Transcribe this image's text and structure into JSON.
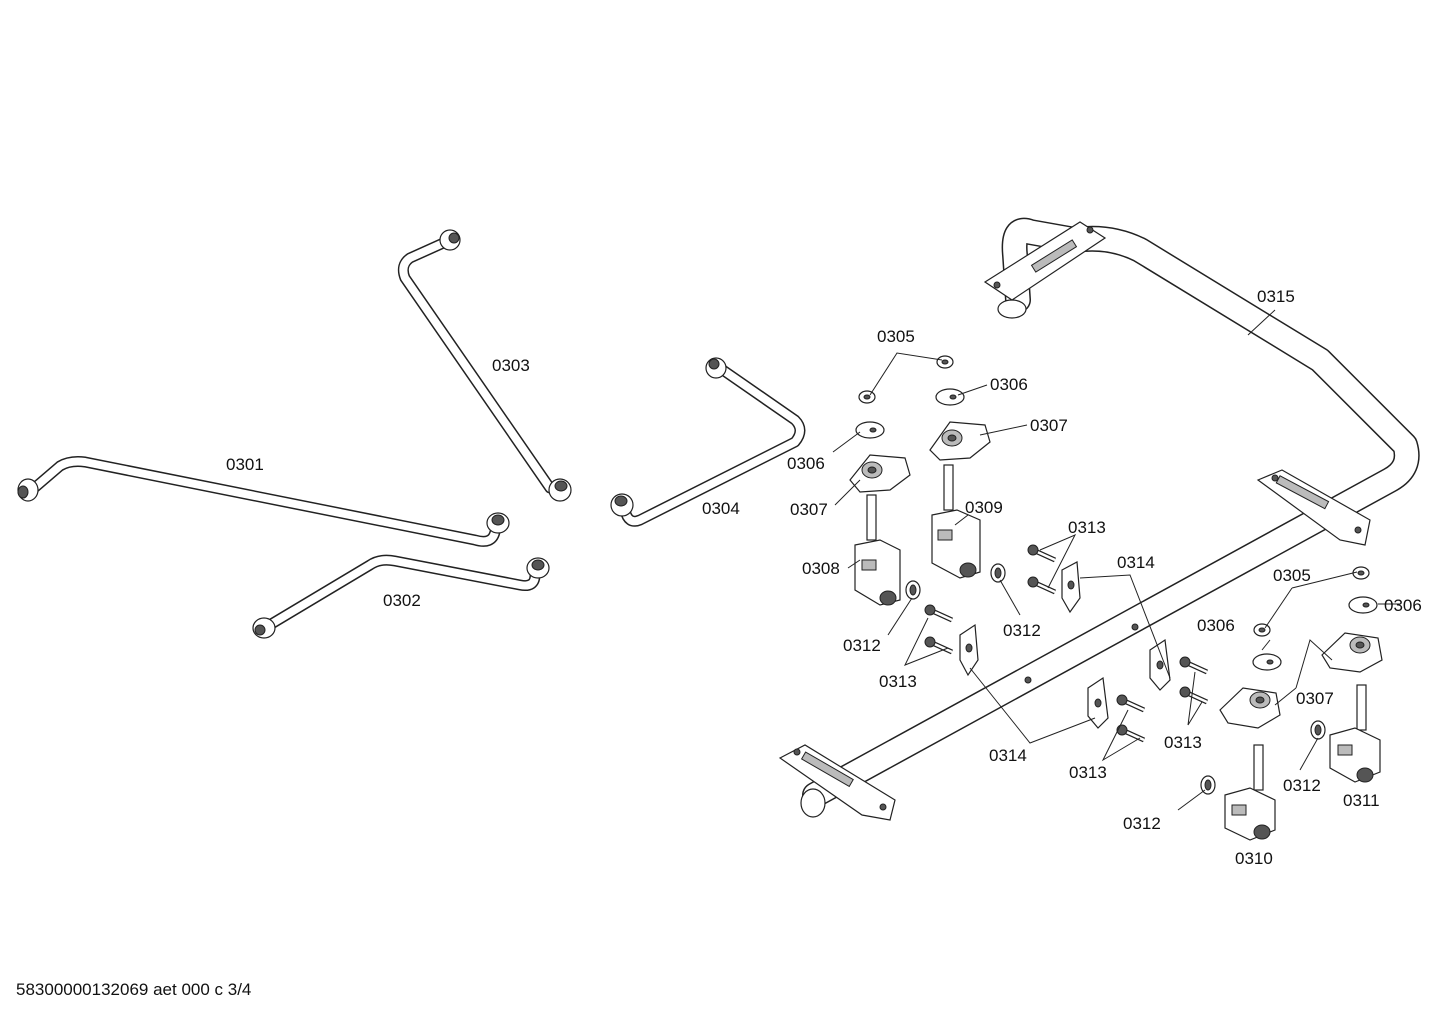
{
  "labels": {
    "p0301": "0301",
    "p0302": "0302",
    "p0303": "0303",
    "p0304": "0304",
    "p0305a": "0305",
    "p0305b": "0305",
    "p0306a": "0306",
    "p0306b": "0306",
    "p0306c": "0306",
    "p0306d": "0306",
    "p0307a": "0307",
    "p0307b": "0307",
    "p0307c": "0307",
    "p0308": "0308",
    "p0309": "0309",
    "p0310": "0310",
    "p0311": "0311",
    "p0312a": "0312",
    "p0312b": "0312",
    "p0312c": "0312",
    "p0312d": "0312",
    "p0313a": "0313",
    "p0313b": "0313",
    "p0313c": "0313",
    "p0313d": "0313",
    "p0314a": "0314",
    "p0314b": "0314",
    "p0315": "0315"
  },
  "footer": {
    "doc_id": "58300000132069 aet 000 c 3/4"
  }
}
